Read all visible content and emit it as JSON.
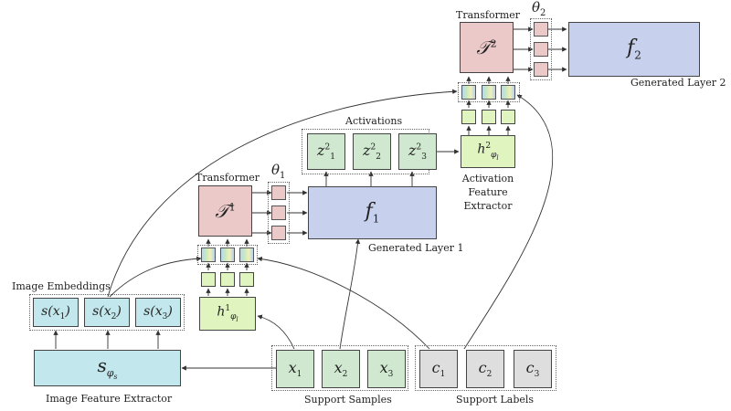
{
  "labels": {
    "transformer_top": "Transformer",
    "theta2": "θ2",
    "f2": "f2",
    "generated_layer_2": "Generated Layer 2",
    "activations": "Activations",
    "z1": "z12",
    "z2": "z22",
    "z3": "z32",
    "h2": "h2φl",
    "activation_feature_extractor": "Activation Feature Extractor",
    "transformer_left": "Transformer",
    "theta1": "θ1",
    "t1": "T1",
    "t2": "T2",
    "f1": "f1",
    "generated_layer_1": "Generated Layer 1",
    "image_embeddings": "Image Embeddings",
    "s1": "s(x1)",
    "s2": "s(x2)",
    "s3": "s(x3)",
    "h1": "h1φl",
    "s_phi": "sφs",
    "image_feature_extractor": "Image Feature Extractor",
    "x1": "x1",
    "x2": "x2",
    "x3": "x3",
    "support_samples": "Support Samples",
    "c1": "c1",
    "c2": "c2",
    "c3": "c3",
    "support_labels": "Support Labels"
  }
}
